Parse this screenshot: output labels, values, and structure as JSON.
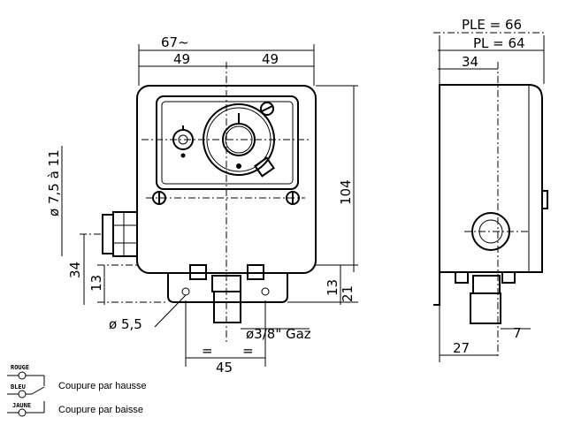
{
  "front_view": {
    "dim_overall_width": "67~",
    "dim_half_left": "49",
    "dim_half_right": "49",
    "dim_height": "104",
    "dim_cable_gland": "ø 7,5 à 11",
    "dim_gland_height": "34",
    "dim_gland_offset": "13",
    "dim_bottom_13": "13",
    "dim_bottom_21": "21",
    "dim_hole": "ø 5,5",
    "dim_thread": "ø3/8\" Gaz",
    "dim_eq_left": "=",
    "dim_eq_right": "=",
    "dim_hole_spacing": "45"
  },
  "side_view": {
    "dim_ple": "PLE = 66",
    "dim_pl": "PL = 64",
    "dim_34": "34",
    "dim_27": "27",
    "dim_7": "7"
  },
  "legend": {
    "wire_red": "ROUGE",
    "wire_blue": "BLEU",
    "wire_yellow": "JAUNE",
    "cut_rise": "Coupure par hausse",
    "cut_fall": "Coupure par baisse"
  }
}
